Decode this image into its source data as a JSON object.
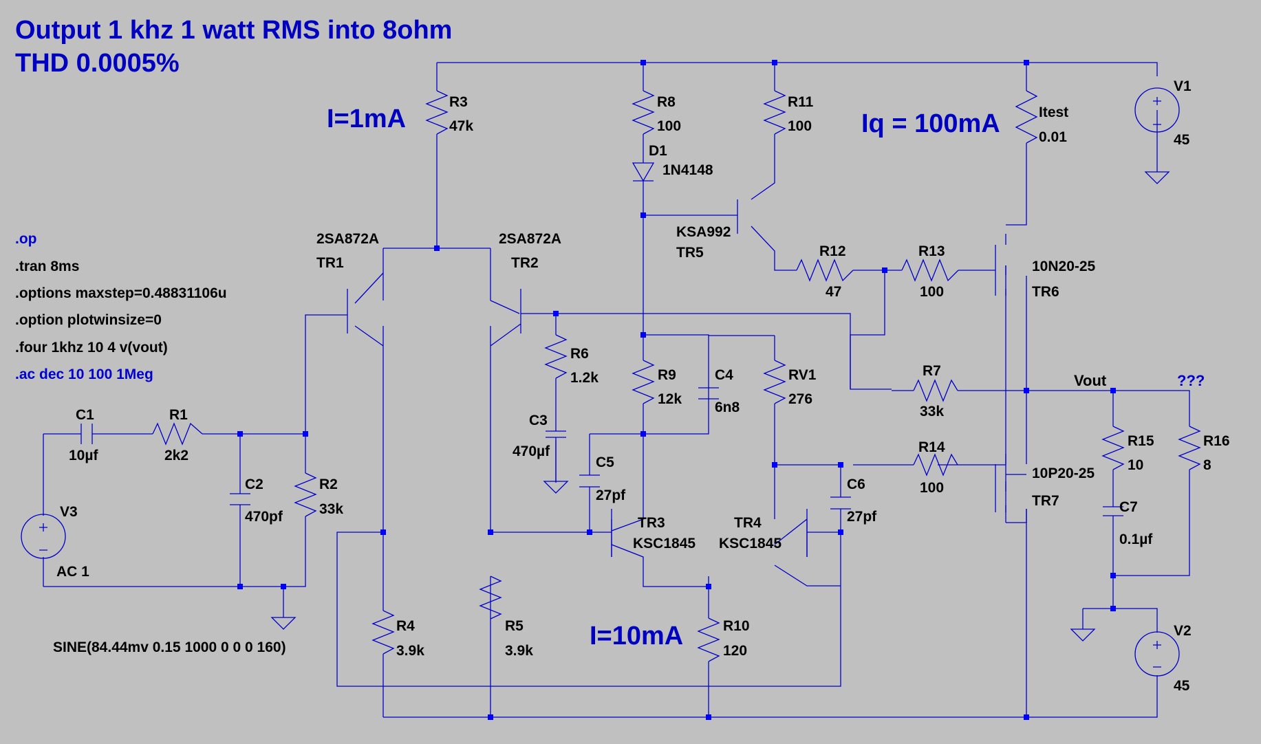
{
  "title_line1": "Output 1 khz 1 watt RMS into 8ohm",
  "title_line2": "THD 0.0005%",
  "annotations": {
    "i_ltp": "I=1mA",
    "iq": "Iq = 100mA",
    "i_vas": "I=10mA"
  },
  "directives": {
    "op": ".op",
    "tran": ".tran 8ms",
    "options": ".options maxstep=0.48831106u",
    "option": ".option plotwinsize=0",
    "four": ".four 1khz 10 4 v(vout)",
    "ac": ".ac dec 10 100 1Meg"
  },
  "nets": {
    "vout": "Vout",
    "unknown": "???"
  },
  "components": {
    "R3": {
      "name": "R3",
      "value": "47k"
    },
    "R8": {
      "name": "R8",
      "value": "100"
    },
    "D1": {
      "name": "D1",
      "value": "1N4148"
    },
    "R11": {
      "name": "R11",
      "value": "100"
    },
    "Itest": {
      "name": "Itest",
      "value": "0.01"
    },
    "V1": {
      "name": "V1",
      "value": "45"
    },
    "TR1": {
      "name": "TR1",
      "model": "2SA872A"
    },
    "TR2": {
      "name": "TR2",
      "model": "2SA872A"
    },
    "TR5": {
      "name": "TR5",
      "model": "KSA992"
    },
    "R12": {
      "name": "R12",
      "value": "47"
    },
    "R13": {
      "name": "R13",
      "value": "100"
    },
    "TR6": {
      "name": "TR6",
      "model": "10N20-25"
    },
    "R6": {
      "name": "R6",
      "value": "1.2k"
    },
    "R9": {
      "name": "R9",
      "value": "12k"
    },
    "C4": {
      "name": "C4",
      "value": "6n8"
    },
    "RV1": {
      "name": "RV1",
      "value": "276"
    },
    "R7": {
      "name": "R7",
      "value": "33k"
    },
    "C3": {
      "name": "C3",
      "value": "470µf"
    },
    "C5": {
      "name": "C5",
      "value": "27pf"
    },
    "C6": {
      "name": "C6",
      "value": "27pf"
    },
    "R14": {
      "name": "R14",
      "value": "100"
    },
    "TR7": {
      "name": "TR7",
      "model": "10P20-25"
    },
    "R15": {
      "name": "R15",
      "value": "10"
    },
    "R16": {
      "name": "R16",
      "value": "8"
    },
    "C7": {
      "name": "C7",
      "value": "0.1µf"
    },
    "C1": {
      "name": "C1",
      "value": "10µf"
    },
    "R1": {
      "name": "R1",
      "value": "2k2"
    },
    "C2": {
      "name": "C2",
      "value": "470pf"
    },
    "R2": {
      "name": "R2",
      "value": "33k"
    },
    "V3": {
      "name": "V3",
      "value": "AC 1",
      "extra": "SINE(84.44mv 0.15 1000 0 0 0 160)"
    },
    "TR3": {
      "name": "TR3",
      "model": "KSC1845"
    },
    "TR4": {
      "name": "TR4",
      "model": "KSC1845"
    },
    "R4": {
      "name": "R4",
      "value": "3.9k"
    },
    "R5": {
      "name": "R5",
      "value": "3.9k"
    },
    "R10": {
      "name": "R10",
      "value": "120"
    },
    "V2": {
      "name": "V2",
      "value": "45"
    }
  },
  "colors": {
    "background": "#c0c0c0",
    "wire": "#0000c8",
    "annotation": "#0000c0",
    "component_text": "#000000"
  }
}
